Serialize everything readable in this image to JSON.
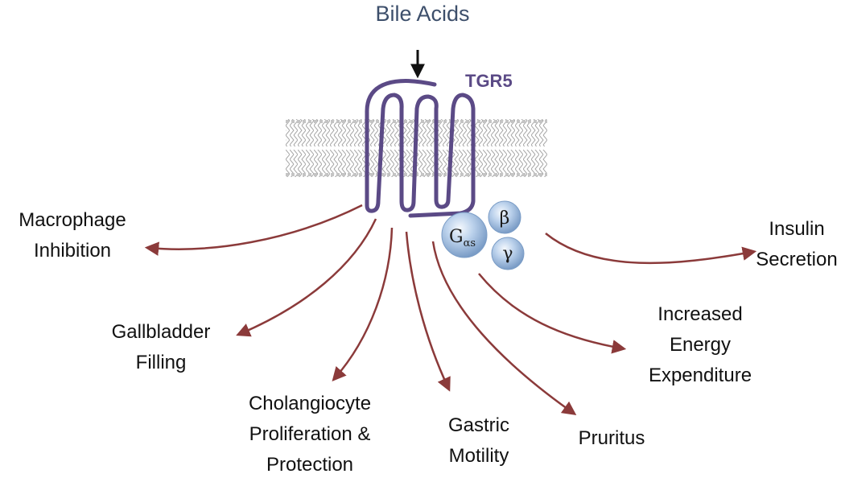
{
  "diagram": {
    "title": "Bile Acids",
    "receptor": "TGR5",
    "g_protein": {
      "alpha_main": "G",
      "alpha_sub": "αs",
      "beta": "β",
      "gamma": "γ"
    },
    "effects": [
      {
        "id": "macrophage",
        "lines": [
          "Macrophage",
          "Inhibition"
        ]
      },
      {
        "id": "gallbladder",
        "lines": [
          "Gallbladder",
          "Filling"
        ]
      },
      {
        "id": "cholangiocyte",
        "lines": [
          "Cholangiocyte",
          "Proliferation &",
          "Protection"
        ]
      },
      {
        "id": "gastric",
        "lines": [
          "Gastric",
          "Motility"
        ]
      },
      {
        "id": "pruritus",
        "lines": [
          "Pruritus"
        ]
      },
      {
        "id": "energy",
        "lines": [
          "Increased",
          "Energy",
          "Expenditure"
        ]
      },
      {
        "id": "insulin",
        "lines": [
          "Insulin",
          "Secretion"
        ]
      }
    ],
    "colors": {
      "title": "#3d4f6b",
      "receptor": "#5b4a86",
      "arrow": "#8b3a3a",
      "membrane": "#9a9a9a",
      "gprotein_fill": "#a9c4e2"
    }
  }
}
